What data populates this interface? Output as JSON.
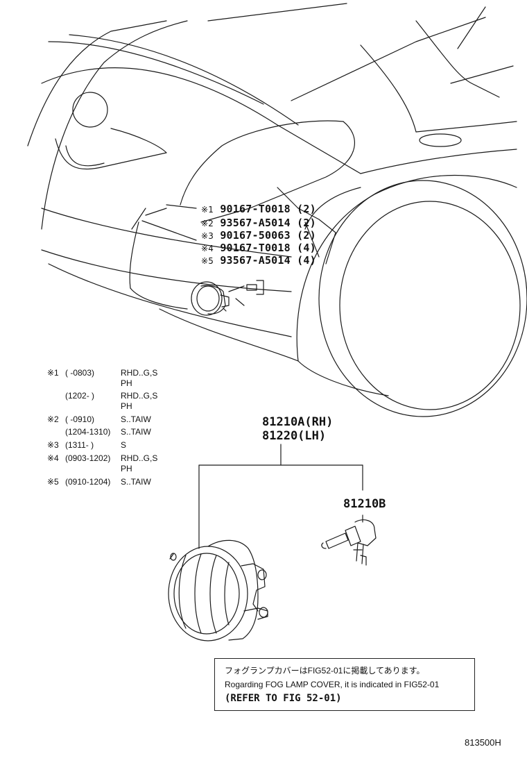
{
  "callouts": [
    {
      "mark": "※1",
      "part": "90167-T0018",
      "qty": "(2)"
    },
    {
      "mark": "※2",
      "part": "93567-A5014",
      "qty": "(2)"
    },
    {
      "mark": "※3",
      "part": "90167-50063",
      "qty": "(2)"
    },
    {
      "mark": "※4",
      "part": "90167-T0018",
      "qty": "(4)"
    },
    {
      "mark": "※5",
      "part": "93567-A5014",
      "qty": "(4)"
    }
  ],
  "notes": [
    {
      "mark": "※1",
      "range": "(      -0803)",
      "spec": "RHD..G,S"
    },
    {
      "mark": "",
      "range": "",
      "spec": "PH"
    },
    {
      "mark": "",
      "range": "(1202-      )",
      "spec": "RHD..G,S"
    },
    {
      "mark": "",
      "range": "",
      "spec": "PH"
    },
    {
      "mark": "※2",
      "range": "(      -0910)",
      "spec": "S..TAIW"
    },
    {
      "mark": "",
      "range": "(1204-1310)",
      "spec": "S..TAIW"
    },
    {
      "mark": "※3",
      "range": "(1311-      )",
      "spec": "S"
    },
    {
      "mark": "※4",
      "range": "(0903-1202)",
      "spec": "RHD..G,S"
    },
    {
      "mark": "",
      "range": "",
      "spec": "PH"
    },
    {
      "mark": "※5",
      "range": "(0910-1204)",
      "spec": "S..TAIW"
    }
  ],
  "parts": {
    "assy_rh": "81210A(RH)",
    "assy_lh": "81220(LH)",
    "bulb": "81210B"
  },
  "info_box": {
    "line1": "フォグランプカバーはFIG52-01に掲載してあります。",
    "line2": "Rogarding FOG LAMP COVER, it is indicated in FIG52-01",
    "line3": "(REFER TO FIG 52-01)"
  },
  "figure_id": "813500H"
}
